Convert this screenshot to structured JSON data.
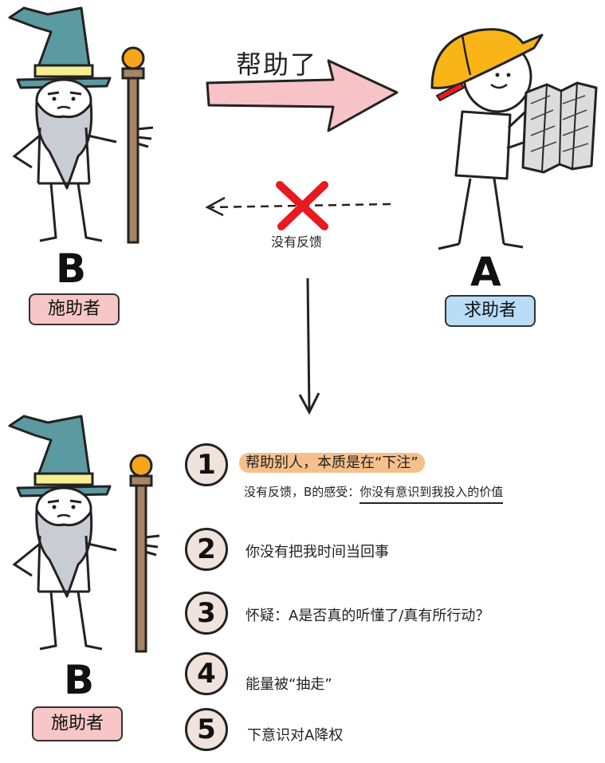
{
  "top": {
    "helped_label": "帮助了",
    "no_feedback_label": "没有反馈",
    "helper": {
      "letter": "B",
      "role": "施助者"
    },
    "seeker": {
      "letter": "A",
      "role": "求助者"
    }
  },
  "bottom": {
    "helper": {
      "letter": "B",
      "role": "施助者"
    },
    "items": [
      {
        "num": "1",
        "text": "帮助别人，本质是在“下注”",
        "sub_prefix": "没有反馈，B的感受：",
        "sub_underlined": "你没有意识到我投入的价值"
      },
      {
        "num": "2",
        "text": "你没有把我时间当回事"
      },
      {
        "num": "3",
        "text": "怀疑：A是否真的听懂了/真有所行动？"
      },
      {
        "num": "4",
        "text": "能量被“抽走”"
      },
      {
        "num": "5",
        "text": "下意识对A降权"
      }
    ]
  },
  "colors": {
    "hat": "#5b9aa0",
    "hat_band": "#f6ee8f",
    "beard": "#c9cdd3",
    "staff": "#a88466",
    "orb": "#f7a51b",
    "helmet": "#f9b418",
    "arrow_fill": "#f7c3c7",
    "cross": "#e8191f",
    "num_circle": "#efe3db",
    "highlight": "#f6c08a",
    "tag_pink": "#f7c6c7",
    "tag_blue": "#b9ddf7"
  },
  "icons": [
    "wizard-icon",
    "builder-icon",
    "big-arrow-icon",
    "dashed-arrow-icon",
    "cross-icon",
    "down-arrow-icon"
  ]
}
